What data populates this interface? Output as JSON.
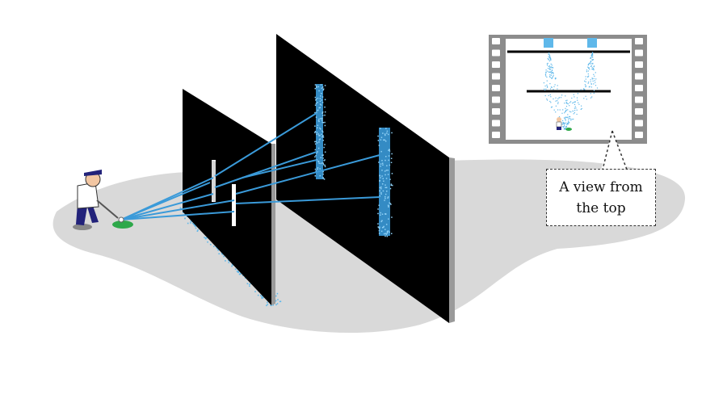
{
  "callout": {
    "line1": "A view from",
    "line2": "the top"
  },
  "colors": {
    "background": "#ffffff",
    "floor": "#dcdcdc",
    "barrier": "#000000",
    "barrier_edge": "#9a9a9a",
    "ray": "#3a9ad9",
    "spray": "#5fb8ea"
  },
  "icons": [
    "golfer",
    "first-barrier",
    "second-screen",
    "film-strip-inset",
    "callout-box"
  ]
}
